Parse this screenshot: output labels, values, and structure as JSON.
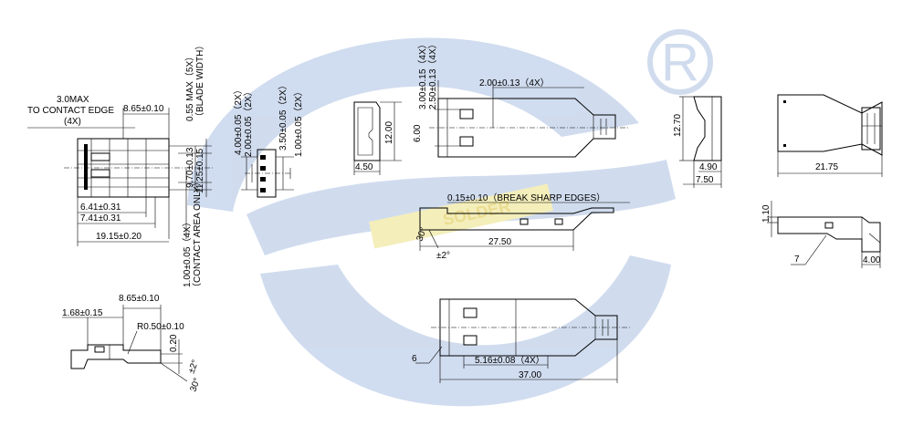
{
  "watermark": {
    "brand_text": "SOLDER",
    "registered_mark": "R",
    "colors": {
      "blue": "#2f6fb7",
      "yellow": "#e8d23a"
    }
  },
  "view_top_left": {
    "contact_edge_max": "3.0MAX",
    "contact_edge_note": "TO CONTACT EDGE",
    "contact_edge_qty": "(4X)",
    "pitch_top": "8.65±0.10",
    "blade_max": "0.55 MAX（5X）",
    "blade_width_note": "（BLADE WIDTH）",
    "dim_970": "9.70±0.13",
    "dim_1125": "11.25±0.15",
    "dim_641": "6.41±0.31",
    "dim_741": "7.41±0.31",
    "dim_1915": "19.15±0.20",
    "contact_tol": "1.00±0.05（4X）",
    "contact_note": "（CONTACT AREA ONLY）"
  },
  "view_pins": {
    "dim_400": "4.00±0.05（2X）",
    "dim_200": "2.00±0.05（2X）",
    "dim_350": "3.50±0.05（2X）",
    "dim_100": "1.00±0.05（2X）"
  },
  "view_end": {
    "height": "12.00",
    "width": "4.50"
  },
  "view_shell_top": {
    "dim_300": "3.00±0.15（4X）",
    "dim_250": "2.50±0.13（4X）",
    "dim_200": "2.00±0.13（4X）",
    "dim_600": "6.00"
  },
  "view_shell_side": {
    "break_note": "0.15±0.10（BREAK  SHARP EDGES）",
    "angle_top": "30°",
    "angle_tol": "±2°",
    "length": "27.50"
  },
  "view_bottom_left": {
    "dim_865": "8.65±0.10",
    "dim_168": "1.68±0.15",
    "radius": "R0.50±0.10",
    "dim_020": "0.20",
    "angle_tol": "±2°",
    "angle": "30°"
  },
  "view_bottom_center": {
    "callout": "6",
    "dim_516": "5.16±0.08（4X）",
    "length": "37.00"
  },
  "view_clip_side": {
    "height": "12.70",
    "dim_490": "4.90",
    "dim_750": "7.50"
  },
  "view_clip_top": {
    "width": "21.75"
  },
  "view_clip_small": {
    "dim_110": "1.10",
    "callout": "7",
    "dim_400": "4.00"
  }
}
